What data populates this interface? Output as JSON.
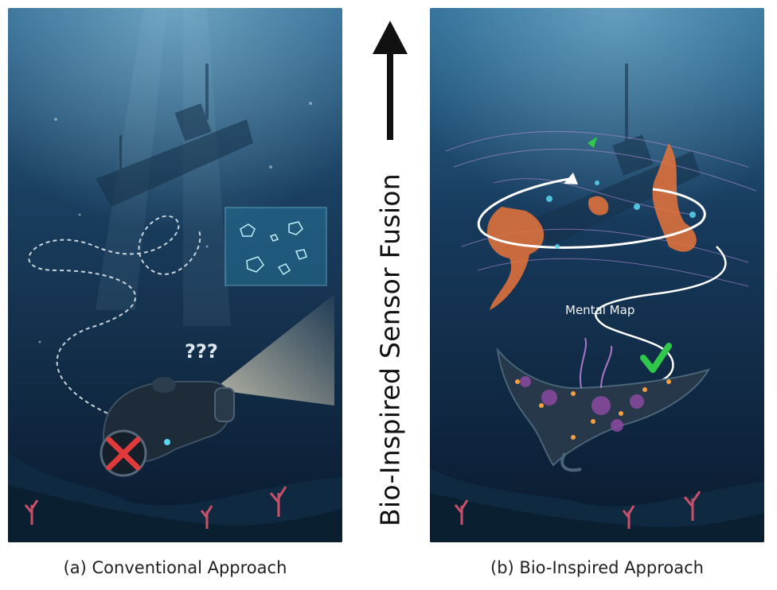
{
  "center_label": "Bio-Inspired Sensor Fusion",
  "panel_a": {
    "caption": "(a) Conventional Approach",
    "annotation": "???"
  },
  "panel_b": {
    "caption": "(b) Bio-Inspired Approach",
    "annotation": "Mental Map"
  },
  "colors": {
    "deep_water": "#0b1d33",
    "light_water": "#2a5a80",
    "accent_cyan": "#5ad6f0",
    "plume_orange": "#e8743a",
    "check_green": "#2fc84a",
    "fail_red": "#e23a3a",
    "coral_pink": "#c8506a"
  }
}
